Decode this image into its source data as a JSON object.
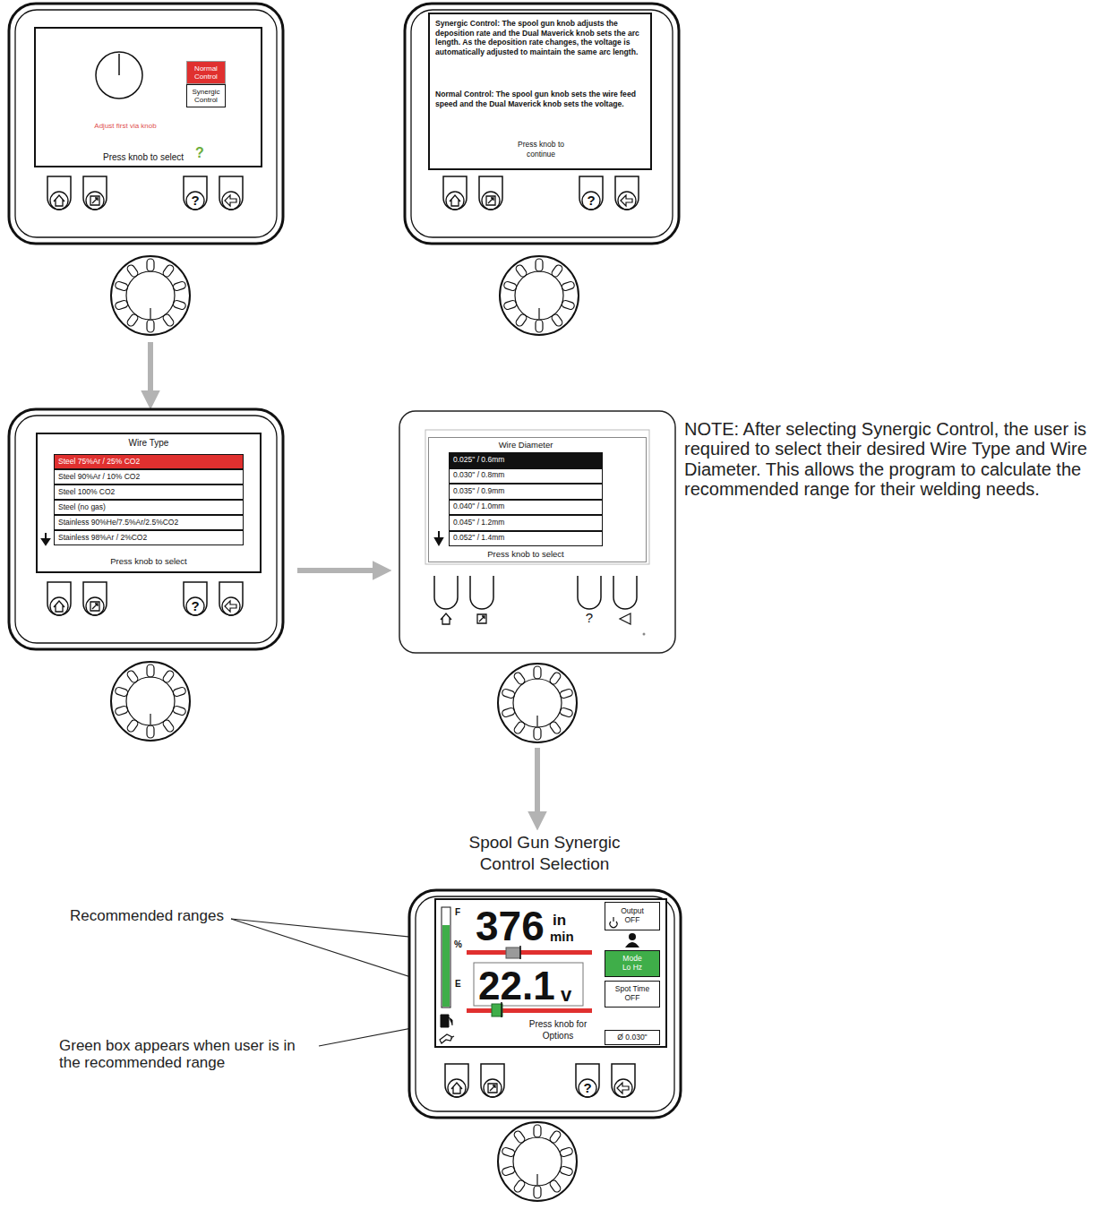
{
  "diagram": {
    "nodes": [
      {
        "text": [
          "?"
        ]
      },
      {
        "text": [
          "Adjust first via knob",
          "Press knob to select",
          "?"
        ],
        "in": 0
      },
      {
        "text": [
          "Normal Control"
        ],
        "in": 1
      },
      {
        "text": [
          "Synergic Control"
        ],
        "in": 1
      },
      {
        "text": [
          "?"
        ]
      },
      {
        "text": [
          "Synergic Control: The spool gun knob adjusts the deposition rate and the Dual Maverick knob sets the arc length. As the deposition rate changes, the voltage is automatically adjusted to maintain the same arc length.",
          "Normal Control: The spool gun knob sets the wire feed speed and the Dual Maverick knob sets the voltage.",
          "Press knob to continue"
        ],
        "in": 4
      },
      {
        "text": [
          "?"
        ]
      },
      {
        "text": [
          "Wire Type",
          "Press knob to select"
        ],
        "in": 6
      },
      {
        "text": [
          "Steel 75%Ar / 25% CO2"
        ],
        "in": 7
      },
      {
        "text": [
          "Steel 90%Ar / 10% CO2"
        ],
        "in": 7
      },
      {
        "text": [
          "Steel 100% CO2"
        ],
        "in": 7
      },
      {
        "text": [
          "Steel (no gas)"
        ],
        "in": 7
      },
      {
        "text": [
          "Stainless 90%He/7.5%Ar/2.5%CO2"
        ],
        "in": 7
      },
      {
        "text": [
          "Stainless 98%Ar / 2%CO2"
        ],
        "in": 7
      },
      {
        "text": [
          "?"
        ]
      },
      {
        "text": [
          "Wire Diameter",
          "Press knob to select"
        ],
        "in": 14
      },
      {
        "text": [
          "0.025\" / 0.6mm"
        ],
        "in": 15
      },
      {
        "text": [
          "0.030\" / 0.8mm"
        ],
        "in": 15
      },
      {
        "text": [
          "0.035\" / 0.9mm"
        ],
        "in": 15
      },
      {
        "text": [
          "0.040\" / 1.0mm"
        ],
        "in": 15
      },
      {
        "text": [
          "0.045\" / 1.2mm"
        ],
        "in": 15
      },
      {
        "text": [
          "0.052\" / 1.4mm"
        ],
        "in": 15
      },
      {
        "text": [
          "Spool Gun Synergic Control Selection",
          "?"
        ]
      },
      {
        "text": [
          "376",
          "in",
          "min",
          "22.1",
          "v",
          "Press knob for Options",
          "F",
          "%",
          "E"
        ],
        "in": 22
      },
      {
        "text": [
          "Output",
          "OFF"
        ],
        "in": 23
      },
      {
        "text": [
          "Mode",
          "Lo Hz"
        ],
        "in": 23
      },
      {
        "text": [
          "Spot Time",
          "OFF"
        ],
        "in": 23
      },
      {
        "text": [
          "Ø 0.030\""
        ],
        "in": 23
      }
    ],
    "edges": [
      {
        "from": 0,
        "to": 6,
        "arrow": "to"
      },
      {
        "from": 6,
        "to": 14,
        "arrow": "to"
      },
      {
        "from": 14,
        "to": 22,
        "arrow": "to"
      }
    ],
    "labels": [
      "NOTE: After selecting Synergic Control, the user is required to select their desired Wire Type and Wire Diameter. This allows the program to calculate the recommended range for their welding needs.",
      "Recommended ranges",
      "Green box appears when user is in the recommended range"
    ]
  }
}
